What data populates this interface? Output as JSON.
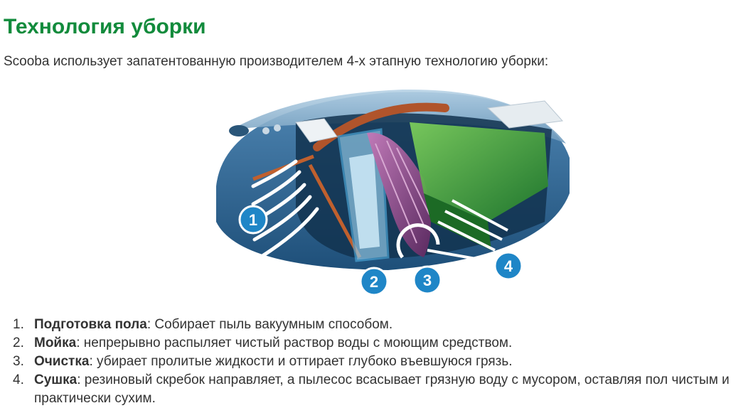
{
  "header": {
    "title": "Технология уборки",
    "intro": "Scooba использует запатентованную производителем 4-х этапную технологию уборки:"
  },
  "figure": {
    "badges": [
      "1",
      "2",
      "3",
      "4"
    ],
    "colors": {
      "badge": "#1f86c7",
      "robot_body": "#2f6c9b",
      "pad": "#2f9e3c",
      "brush": "#7a3f78",
      "bar": "#b0542b",
      "title_green": "#128b3c"
    }
  },
  "steps": [
    {
      "num": "1.",
      "term": "Подготовка пола",
      "text": ": Собирает пыль вакуумным способом."
    },
    {
      "num": "2.",
      "term": "Мойка",
      "text": ": непрерывно распыляет чистый раствор воды с моющим средством."
    },
    {
      "num": "3.",
      "term": "Очистка",
      "text": ": убирает пролитые жидкости и оттирает глубоко въевшуюся грязь."
    },
    {
      "num": "4.",
      "term": "Сушка",
      "text": ": резиновый скребок направляет, а пылесос всасывает грязную воду с мусором, оставляя пол чистым и практически сухим."
    }
  ]
}
